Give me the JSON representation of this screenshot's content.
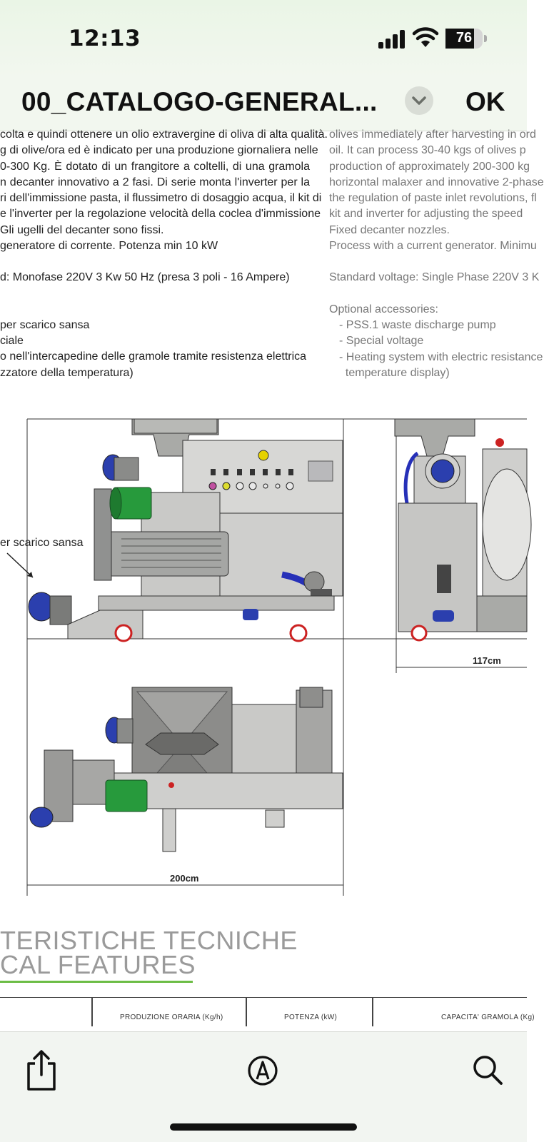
{
  "status_bar": {
    "time": "12:13",
    "battery": "76",
    "battery_level": 0.76
  },
  "title_bar": {
    "title": "00_CATALOGO-GENERAL...",
    "ok_label": "OK"
  },
  "page": {
    "italian_lines": [
      "colta e quindi ottenere un olio extravergine di oliva di alta qualità.",
      "g di olive/ora ed è indicato per una produzione giornaliera nelle",
      "0-300 Kg. È dotato di un frangitore a coltelli, di una gramola",
      "n decanter innovativo a 2 fasi. Di serie monta l'inverter per la",
      "ri dell'immissione pasta, il flussimetro di dosaggio acqua, il kit di",
      "e l'inverter per la regolazione velocità della coclea d'immissione",
      " Gli ugelli del decanter sono fissi.",
      "generatore di corrente. Potenza min 10 kW"
    ],
    "italian_voltage": "d: Monofase 220V 3 Kw 50 Hz (presa 3 poli - 16 Ampere)",
    "italian_options": [
      "per scarico sansa",
      "ciale",
      "o nell'intercapedine delle gramole tramite resistenza elettrica",
      "zzatore della temperatura)"
    ],
    "english_lines": [
      "olives immediately after harvesting in ord",
      "oil. It can process 30-40 kgs of olives p",
      "production of approximately 200-300 kg",
      "horizontal malaxer and innovative 2-phase",
      "the regulation of paste inlet revolutions, fl",
      "kit and inverter for adjusting the speed",
      "Fixed decanter nozzles.",
      "Process with a current generator. Minimu"
    ],
    "english_voltage": "Standard voltage: Single Phase 220V 3 K",
    "english_options_title": "Optional accessories:",
    "english_options": [
      "- PSS.1 waste discharge pump",
      "- Special voltage",
      "- Heating system with electric resistance",
      "  temperature display)"
    ],
    "drawing": {
      "callout_label": "er scarico sansa",
      "dim_width_side": "117cm",
      "dim_length_top": "200cm"
    },
    "features_it": "TERISTICHE  TECNICHE",
    "features_en": "CAL FEATURES",
    "table_headers": [
      "PRODUZIONE ORARIA (Kg/h)",
      "POTENZA (kW)",
      "CAPACITA' GRAMOLA (Kg)"
    ]
  },
  "toolbar": {
    "share": "share-icon",
    "markup": "markup-icon",
    "search": "search-icon"
  }
}
